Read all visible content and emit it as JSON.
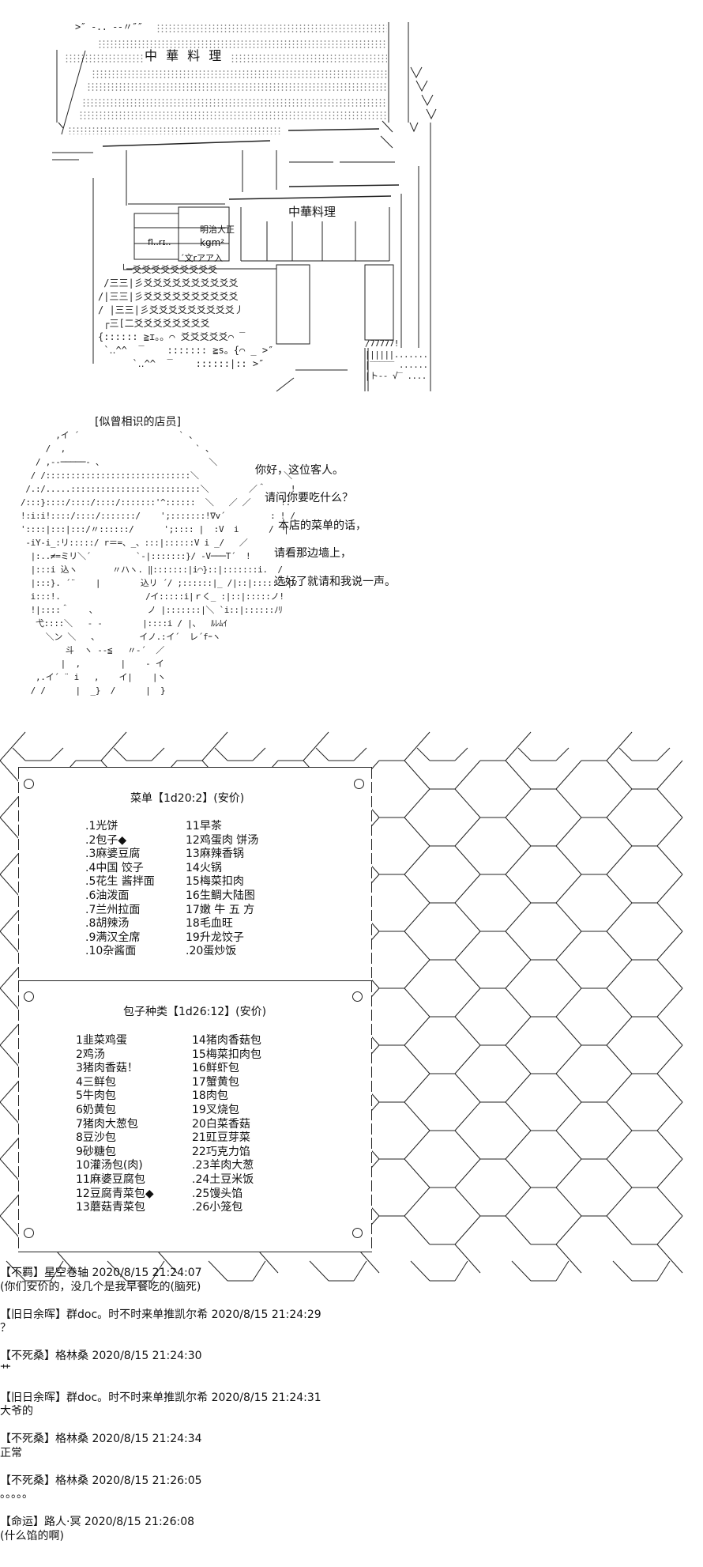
{
  "scene": {
    "sign_top": "中 華 料 理",
    "sign_front": "中華料理",
    "era_plaque": "明治大正",
    "units_plaque": "kgm²",
    "plaque_misc": "fl..rɪ..",
    "shop_noren": "´文rアア入"
  },
  "character": {
    "speaker_label": "[似曾相识的店员]",
    "dialogue": [
      "你好，这位客人。",
      "请问你要吃什么？",
      "本店的菜单的话，",
      "请看那边墙上，",
      "选好了就请和我说一声。"
    ]
  },
  "menu": {
    "title": "菜单【1d20:2】(安价)",
    "col1": [
      ".1光饼",
      ".2包子◆",
      ".3麻婆豆腐",
      ".4中国 饺子",
      ".5花生 酱拌面",
      ".6油泼面",
      ".7兰州拉面",
      ".8胡辣汤",
      ".9满汉全席",
      ".10杂酱面"
    ],
    "col2": [
      "11早茶",
      "12鸡蛋肉 饼汤",
      "13麻辣香锅",
      "14火锅",
      "15梅菜扣肉",
      "16生鲷大陆图",
      "17嫩 牛 五 方",
      "18毛血旺",
      "19升龙饺子",
      ".20蛋炒饭"
    ]
  },
  "bun_menu": {
    "title": "包子种类【1d26:12】(安价)",
    "col1": [
      "1韭菜鸡蛋",
      "2鸡汤",
      "3猪肉香菇！",
      "4三鲜包",
      "5牛肉包",
      "6奶黄包",
      "7猪肉大葱包",
      "8豆沙包",
      "9砂糖包",
      "10灌汤包(肉)",
      "11麻婆豆腐包",
      "12豆腐青菜包◆",
      "13蘑菇青菜包"
    ],
    "col2": [
      "14猪肉香菇包",
      "15梅菜扣肉包",
      "16鲜虾包",
      "17蟹黄包",
      "18肉包",
      "19叉烧包",
      "20白菜香菇",
      "21豇豆芽菜",
      "22巧克力馅",
      ".23羊肉大葱",
      ".24土豆米饭",
      ".25馒头馅",
      ".26小笼包"
    ]
  },
  "chat": [
    {
      "header": "【不羁】星空卷轴 2020/8/15 21:24:07",
      "body": "(你们安价的，没几个是我早餐吃的(脑死)"
    },
    {
      "header": "【旧日余晖】群doc。时不时来单推凯尔希 2020/8/15 21:24:29",
      "body": "？"
    },
    {
      "header": "【不死桑】格林桑 2020/8/15 21:24:30",
      "body": "艹"
    },
    {
      "header": "【旧日余晖】群doc。时不时来单推凯尔希 2020/8/15 21:24:31",
      "body": "大爷的"
    },
    {
      "header": "【不死桑】格林桑 2020/8/15 21:24:34",
      "body": "正常"
    },
    {
      "header": "【不死桑】格林桑 2020/8/15 21:26:05",
      "body": "。。。。。"
    },
    {
      "header": "【命运】路人·冥 2020/8/15 21:26:08",
      "body": "(什么馅的啊)"
    }
  ]
}
